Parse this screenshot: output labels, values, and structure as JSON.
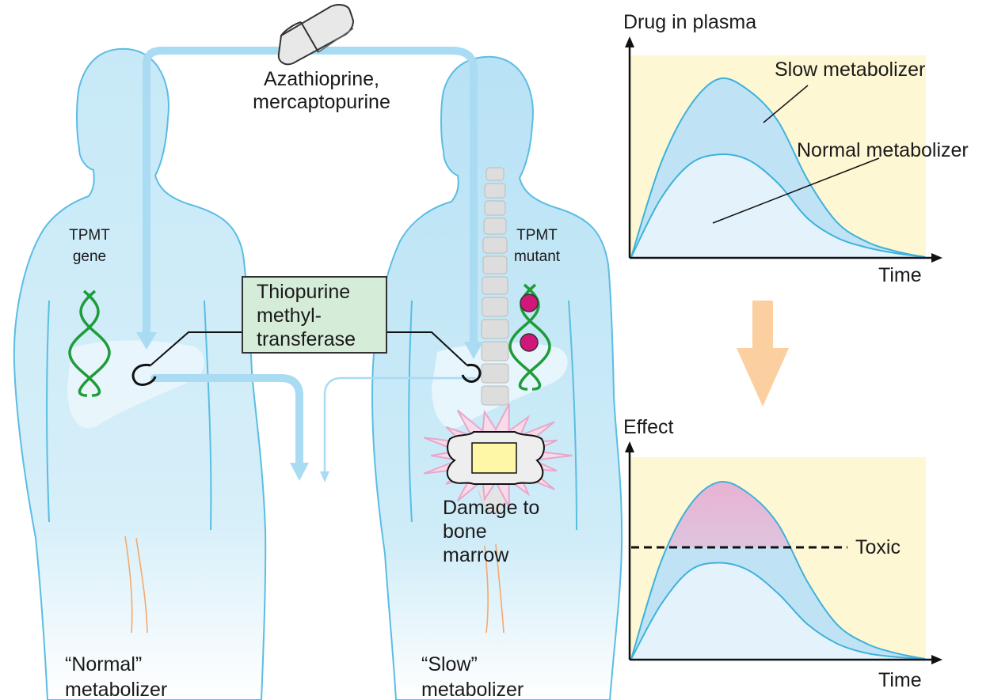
{
  "drug": {
    "line1": "Azathioprine,",
    "line2": "mercaptopurine",
    "icon": "pill-icon"
  },
  "left_person": {
    "gene_line1": "TPMT",
    "gene_line2": "gene",
    "caption_line1": "“Normal”",
    "caption_line2": "metabolizer"
  },
  "right_person": {
    "gene_line1": "TPMT",
    "gene_line2": "mutant",
    "damage_line1": "Damage to",
    "damage_line2": "bone",
    "damage_line3": "marrow",
    "caption_line1": "“Slow”",
    "caption_line2": "metabolizer"
  },
  "enzyme": {
    "line1": "Thiopurine",
    "line2": "methyl-",
    "line3": "transferase"
  },
  "colors": {
    "body": "#c7e9f7",
    "body_outline": "#5bbde3",
    "flow_arrow": "#a9dbf3",
    "dna": "#1e9c3a",
    "mutation": "#d2177a",
    "enzyme_box": "#d5ecd8",
    "chart_bg": "#fdf8d3",
    "curve": "#3fb1dc",
    "slow_fill": "#bfe3f5",
    "normal_fill": "#e4f3fb",
    "toxic_fill": "#e7b7d6",
    "orange_arrow": "#fbcfa0"
  },
  "chart_data": [
    {
      "type": "area",
      "title": "Drug in plasma",
      "xlabel": "Time",
      "ylabel": "Drug in plasma",
      "series": [
        {
          "name": "Slow metabolizer",
          "x": [
            0,
            1,
            2,
            3,
            4,
            5,
            6,
            7,
            8,
            9,
            10
          ],
          "y": [
            0,
            48,
            78,
            92,
            86,
            70,
            40,
            18,
            8,
            3,
            0
          ]
        },
        {
          "name": "Normal metabolizer",
          "x": [
            0,
            1,
            2,
            3,
            4,
            5,
            6,
            7,
            8,
            9,
            10
          ],
          "y": [
            0,
            30,
            48,
            53,
            50,
            38,
            20,
            10,
            5,
            2,
            0
          ]
        }
      ],
      "ylim": [
        0,
        100
      ]
    },
    {
      "type": "area",
      "title": "Effect",
      "xlabel": "Time",
      "ylabel": "Effect",
      "series": [
        {
          "x": [
            0,
            1,
            2,
            3,
            4,
            5,
            6,
            7,
            8,
            9,
            10
          ],
          "y": [
            0,
            50,
            80,
            92,
            86,
            70,
            40,
            18,
            8,
            3,
            0
          ]
        },
        {
          "x": [
            0,
            1,
            2,
            3,
            4,
            5,
            6,
            7,
            8,
            9,
            10
          ],
          "y": [
            0,
            28,
            46,
            50,
            46,
            34,
            18,
            8,
            3,
            1,
            0
          ]
        }
      ],
      "threshold": {
        "label": "Toxic",
        "value": 58
      },
      "ylim": [
        0,
        100
      ]
    }
  ]
}
